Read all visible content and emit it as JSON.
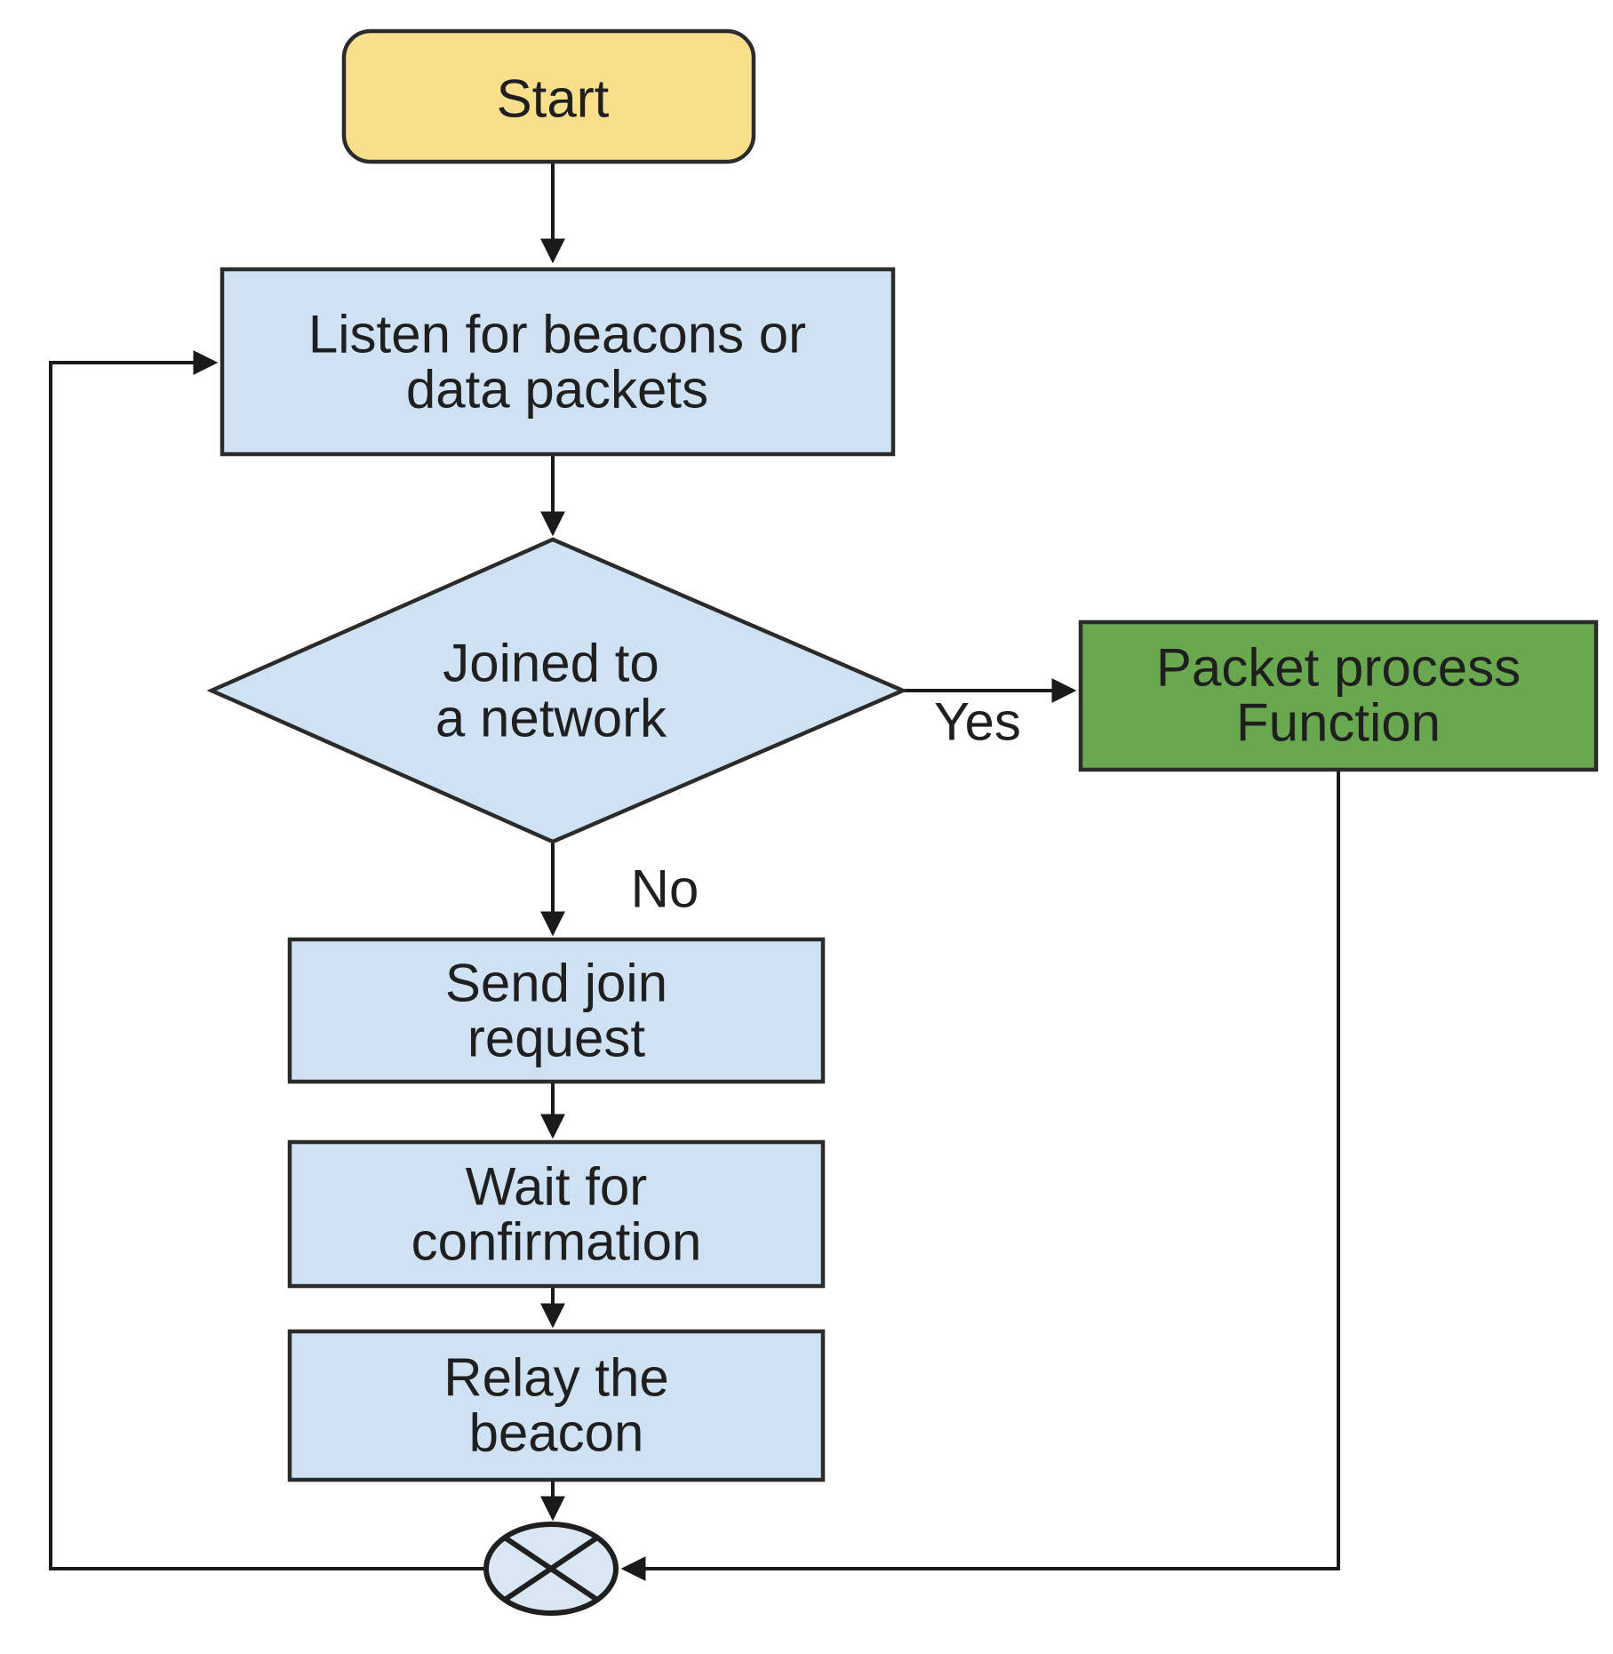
{
  "flowchart": {
    "nodes": {
      "start": {
        "label": "Start",
        "fill": "#f9df8c"
      },
      "listen": {
        "lines": [
          "Listen for beacons or",
          "data packets"
        ],
        "fill": "#cfe2f3"
      },
      "decision": {
        "lines": [
          "Joined to",
          "a network"
        ],
        "fill": "#cfe2f3"
      },
      "packet_process": {
        "lines": [
          "Packet process",
          "Function"
        ],
        "fill": "#6aa84f",
        "text_color": "#1d3312"
      },
      "send_join": {
        "lines": [
          "Send join",
          "request"
        ],
        "fill": "#cfe2f3"
      },
      "wait_confirm": {
        "lines": [
          "Wait for",
          "confirmation"
        ],
        "fill": "#cfe2f3"
      },
      "relay_beacon": {
        "lines": [
          "Relay the",
          "beacon"
        ],
        "fill": "#cfe2f3"
      },
      "junction": {
        "fill": "#d9e7f5"
      }
    },
    "edge_labels": {
      "yes": "Yes",
      "no": "No"
    },
    "colors": {
      "edge": "#1a1a1a",
      "node_border": "#2b2b2b",
      "text": "#1f1f1f",
      "background": "#ffffff"
    }
  }
}
